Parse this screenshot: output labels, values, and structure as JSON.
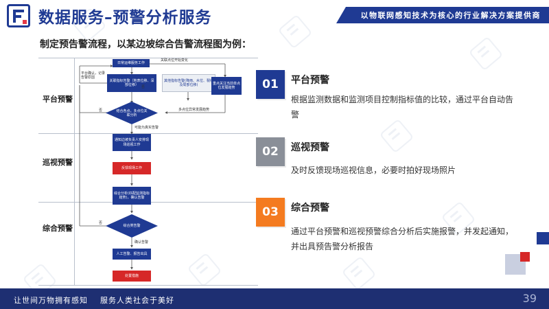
{
  "header": {
    "title": "数据服务–预警分析服务",
    "slogan": "以物联网感知技术为核心的行业解决方案提供商"
  },
  "subtitle": "制定预告警流程，以某边坡综合告警流程图为例：",
  "flowchart": {
    "lanes": [
      "平台预警",
      "巡视预警",
      "综合预警"
    ],
    "boxes": {
      "b_start": "日常运维服务工作",
      "b_exceed": "关联指标告警（地表位移、深部位移）",
      "b_other": "其他指标告警(降雨、水位、裂缝及局部位移)",
      "b_focus": "重点关注当前单点位发展趋势",
      "b_notify": "通知边坡负责人安排现场巡视工作",
      "b_fieldinfo": "反馈现场工作",
      "b_combined": "综合分析(匹配监测指标趋势)，确认告警",
      "b_manual": "人工告警、报告出具",
      "b_dispose": "处置措施"
    },
    "diamonds": {
      "d_multi": "结合各点，多点位关联分析",
      "d_confirm": "综合类告警"
    },
    "notes": {
      "n_platform": "平台确认，记录告警原因",
      "n_change": "关联点位开始变化",
      "n_multi": "多点位异常发展趋势",
      "n_no": "否",
      "n_no2": "否",
      "n_possible": "可能为真实告警",
      "n_yes": "确认告警",
      "n_no3": "否"
    }
  },
  "items": [
    {
      "num": "01",
      "title": "平台预警",
      "desc": "根据监测数据和监测项目控制指标值的比较，通过平台自动告警"
    },
    {
      "num": "02",
      "title": "巡视预警",
      "desc": "及时反馈现场巡视信息，必要时拍好现场照片"
    },
    {
      "num": "03",
      "title": "综合预警",
      "desc": "通过平台预警和巡视预警综合分析后实施报警，并发起通知，并出具预告警分析报告"
    }
  ],
  "footer": {
    "left": "让世间万物拥有感知",
    "right": "服务人类社会于美好",
    "page": "39"
  },
  "colors": {
    "brand": "#1f3a93",
    "alert": "#d62828",
    "badge2": "#8a8f98",
    "badge3": "#f47b20",
    "footer": "#1e2f72"
  }
}
